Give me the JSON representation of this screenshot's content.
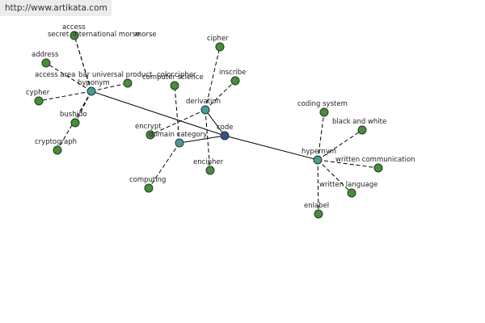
{
  "url_banner": "http://www.artikata.com",
  "colors": {
    "center": "#3d4b8f",
    "hub": "#4a9a9a",
    "leaf": "#4a8c3c"
  },
  "nodes": [
    {
      "id": "code",
      "label": "code",
      "kind": "center"
    },
    {
      "id": "hyponym_left",
      "label": "hyponym",
      "kind": "hub"
    },
    {
      "id": "derivation",
      "label": "derivation",
      "kind": "hub"
    },
    {
      "id": "domain_category",
      "label": "domain category",
      "kind": "hub"
    },
    {
      "id": "hypernym",
      "label": "hypernym",
      "kind": "hub"
    },
    {
      "id": "access",
      "label": "access",
      "kind": "leaf"
    },
    {
      "id": "secret",
      "label": "secret",
      "kind": "leaf"
    },
    {
      "id": "international_morse",
      "label": "international morse",
      "kind": "leaf"
    },
    {
      "id": "morse",
      "label": "morse",
      "kind": "leaf"
    },
    {
      "id": "address",
      "label": "address",
      "kind": "leaf"
    },
    {
      "id": "access_area",
      "label": "access area",
      "kind": "leaf"
    },
    {
      "id": "bar",
      "label": "bar",
      "kind": "leaf"
    },
    {
      "id": "universal_product",
      "label": "universal product",
      "kind": "leaf"
    },
    {
      "id": "color",
      "label": "color",
      "kind": "leaf"
    },
    {
      "id": "cipher_l",
      "label": "cipher",
      "kind": "leaf"
    },
    {
      "id": "cypher",
      "label": "cypher",
      "kind": "leaf"
    },
    {
      "id": "bushido",
      "label": "bushido",
      "kind": "leaf"
    },
    {
      "id": "cryptograph",
      "label": "cryptograph",
      "kind": "leaf"
    },
    {
      "id": "cipher_top",
      "label": "cipher",
      "kind": "leaf"
    },
    {
      "id": "inscribe",
      "label": "inscribe",
      "kind": "leaf"
    },
    {
      "id": "computer_science",
      "label": "computer science",
      "kind": "leaf"
    },
    {
      "id": "encrypt",
      "label": "encrypt",
      "kind": "leaf"
    },
    {
      "id": "encipher",
      "label": "encipher",
      "kind": "leaf"
    },
    {
      "id": "computing",
      "label": "computing",
      "kind": "leaf"
    },
    {
      "id": "coding_system",
      "label": "coding system",
      "kind": "leaf"
    },
    {
      "id": "black_and_white",
      "label": "black and white",
      "kind": "leaf"
    },
    {
      "id": "written_communication",
      "label": "written communication",
      "kind": "leaf"
    },
    {
      "id": "written_language",
      "label": "written language",
      "kind": "leaf"
    },
    {
      "id": "enlabel",
      "label": "enlabel",
      "kind": "leaf"
    }
  ],
  "edges": [
    {
      "from": "code",
      "to": "hyponym_left",
      "style": "solid"
    },
    {
      "from": "code",
      "to": "hypernym",
      "style": "solid"
    },
    {
      "from": "code",
      "to": "derivation",
      "style": "solid"
    },
    {
      "from": "code",
      "to": "domain_category",
      "style": "solid"
    },
    {
      "from": "hyponym_left",
      "to": "access",
      "style": "dashed"
    },
    {
      "from": "hyponym_left",
      "to": "secret",
      "style": "dashed"
    },
    {
      "from": "hyponym_left",
      "to": "address",
      "style": "dashed"
    },
    {
      "from": "hyponym_left",
      "to": "cypher",
      "style": "dashed"
    },
    {
      "from": "hyponym_left",
      "to": "bushido",
      "style": "dashed"
    },
    {
      "from": "hyponym_left",
      "to": "cryptograph",
      "style": "dashed"
    },
    {
      "from": "hyponym_left",
      "to": "color",
      "style": "dashed"
    },
    {
      "from": "derivation",
      "to": "cipher_top",
      "style": "dashed"
    },
    {
      "from": "derivation",
      "to": "inscribe",
      "style": "dashed"
    },
    {
      "from": "derivation",
      "to": "encrypt",
      "style": "dashed"
    },
    {
      "from": "derivation",
      "to": "encipher",
      "style": "dashed"
    },
    {
      "from": "domain_category",
      "to": "computer_science",
      "style": "dashed"
    },
    {
      "from": "domain_category",
      "to": "computing",
      "style": "dashed"
    },
    {
      "from": "hypernym",
      "to": "coding_system",
      "style": "dashed"
    },
    {
      "from": "hypernym",
      "to": "black_and_white",
      "style": "dashed"
    },
    {
      "from": "hypernym",
      "to": "written_communication",
      "style": "dashed"
    },
    {
      "from": "hypernym",
      "to": "written_language",
      "style": "dashed"
    },
    {
      "from": "hypernym",
      "to": "enlabel",
      "style": "dashed"
    }
  ]
}
